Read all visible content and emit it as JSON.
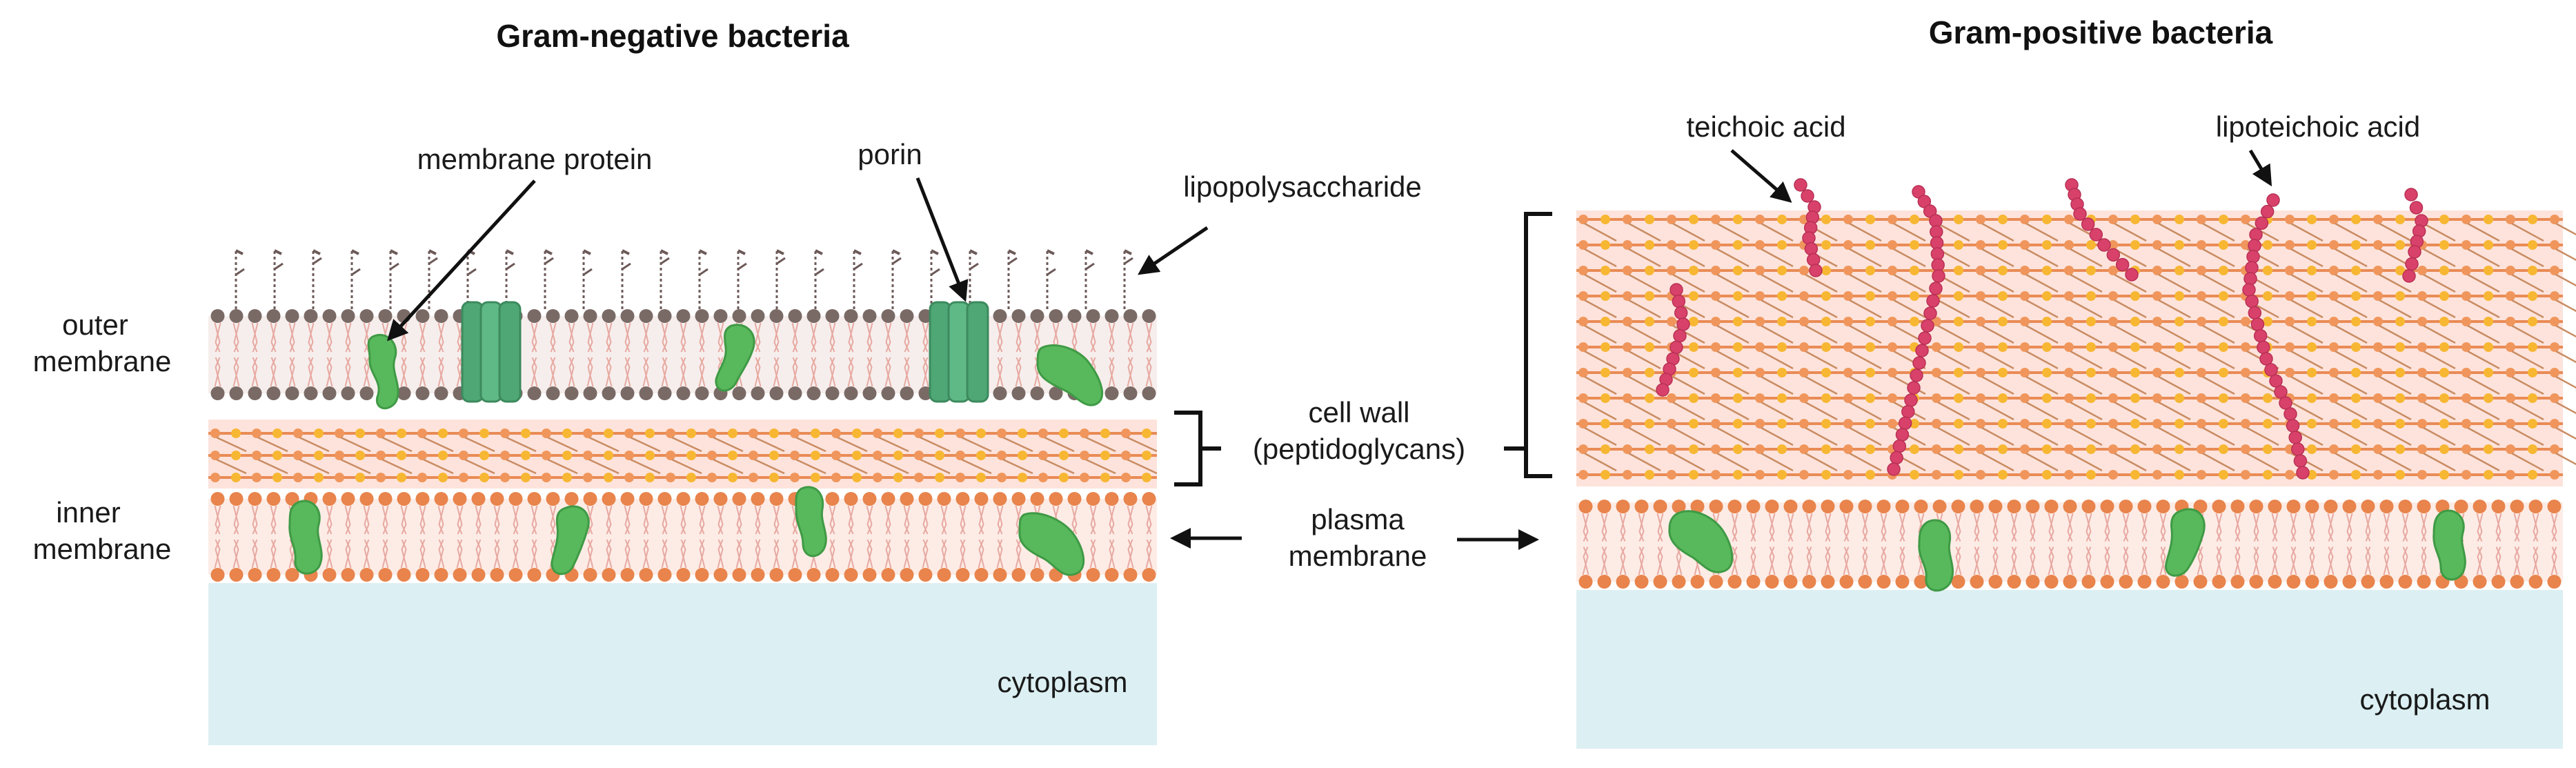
{
  "gram_negative": {
    "title": "Gram-negative bacteria",
    "labels": {
      "membrane_protein": "membrane protein",
      "porin": "porin",
      "lipopolysaccharide": "lipopolysaccharide",
      "outer_membrane_1": "outer",
      "outer_membrane_2": "membrane",
      "inner_membrane_1": "inner",
      "inner_membrane_2": "membrane",
      "cytoplasm": "cytoplasm"
    }
  },
  "shared": {
    "cell_wall_1": "cell wall",
    "cell_wall_2": "(peptidoglycans)",
    "plasma_membrane_1": "plasma",
    "plasma_membrane_2": "membrane"
  },
  "gram_positive": {
    "title": "Gram-positive bacteria",
    "labels": {
      "teichoic_acid": "teichoic acid",
      "lipoteichoic_acid": "lipoteichoic acid",
      "cytoplasm": "cytoplasm"
    }
  },
  "colors": {
    "cytoplasm": "#dcf0f3",
    "membrane_head": "#e8844c",
    "outer_head": "#7a6a66",
    "peptidoglycan_bg": "#fde3dc",
    "glycan_orange": "#f0965c",
    "glycan_yellow": "#f7b733",
    "protein_green": "#58b85c",
    "porin_green": "#4ea774",
    "teichoic_pink": "#d8426a"
  }
}
